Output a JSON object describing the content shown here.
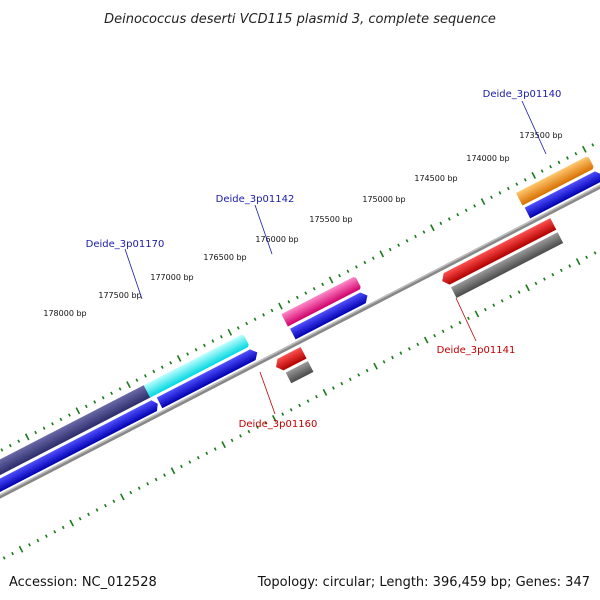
{
  "title": "Deinococcus deserti VCD115 plasmid 3, complete sequence",
  "footer": {
    "accession": "Accession: NC_012528",
    "summary": "Topology: circular; Length: 396,459 bp; Genes: 347"
  },
  "colors": {
    "tick": "#1a7a1a",
    "backbone": "#888888",
    "label_forward": "#1a1aa8",
    "label_reverse": "#c00000"
  },
  "ticks": [
    {
      "label": "178000 bp",
      "position": 178000
    },
    {
      "label": "177500 bp",
      "position": 177500
    },
    {
      "label": "177000 bp",
      "position": 177000
    },
    {
      "label": "176500 bp",
      "position": 176500
    },
    {
      "label": "176000 bp",
      "position": 176000
    },
    {
      "label": "175500 bp",
      "position": 175500
    },
    {
      "label": "175000 bp",
      "position": 175000
    },
    {
      "label": "174500 bp",
      "position": 174500
    },
    {
      "label": "174000 bp",
      "position": 174000
    },
    {
      "label": "173500 bp",
      "position": 173500
    }
  ],
  "gene_labels": [
    {
      "name": "Deide_3p01140",
      "strand": "forward"
    },
    {
      "name": "Deide_3p01142",
      "strand": "forward"
    },
    {
      "name": "Deide_3p01170",
      "strand": "forward"
    },
    {
      "name": "Deide_3p01141",
      "strand": "reverse"
    },
    {
      "name": "Deide_3p01160",
      "strand": "reverse"
    }
  ]
}
